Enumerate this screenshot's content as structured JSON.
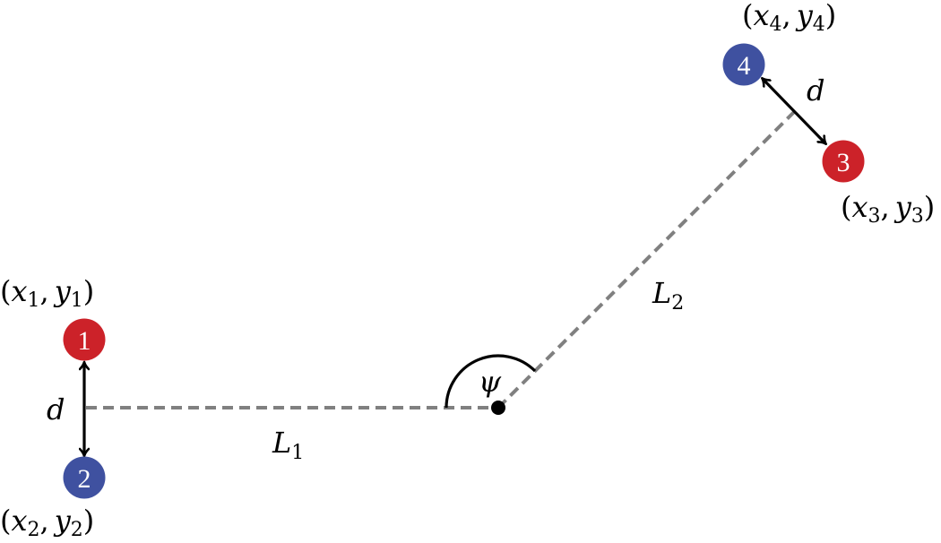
{
  "diagram": {
    "colors": {
      "red_node": "#cc2229",
      "blue_node": "#3f51a0",
      "dashed_line": "#808080",
      "arrow": "#000000",
      "text": "#000000"
    },
    "nodes": [
      {
        "id": "1",
        "label": "1",
        "color": "red",
        "coord_label_var": "x",
        "coord_label_sub": "1",
        "coord_label_var2": "y",
        "coord_label_sub2": "1"
      },
      {
        "id": "2",
        "label": "2",
        "color": "blue",
        "coord_label_var": "x",
        "coord_label_sub": "2",
        "coord_label_var2": "y",
        "coord_label_sub2": "2"
      },
      {
        "id": "3",
        "label": "3",
        "color": "red",
        "coord_label_var": "x",
        "coord_label_sub": "3",
        "coord_label_var2": "y",
        "coord_label_sub2": "3"
      },
      {
        "id": "4",
        "label": "4",
        "color": "blue",
        "coord_label_var": "x",
        "coord_label_sub": "4",
        "coord_label_var2": "y",
        "coord_label_sub2": "4"
      }
    ],
    "separation_label_left": "d",
    "separation_label_right": "d",
    "segment_labels": {
      "L1_main": "L",
      "L1_sub": "1",
      "L2_main": "L",
      "L2_sub": "2"
    },
    "angle_label": "ψ",
    "punct": {
      "open": "(",
      "comma": ",",
      "close": ")"
    }
  }
}
